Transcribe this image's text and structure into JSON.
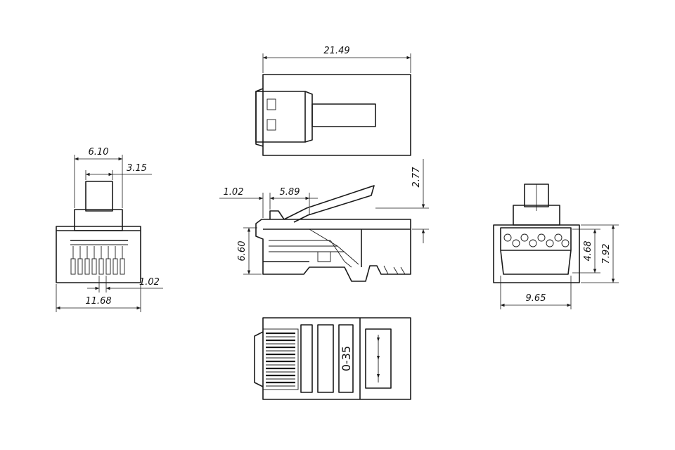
{
  "dimensions": {
    "overall_length": "21.49",
    "front_width_top": "6.10",
    "front_tab_width": "3.15",
    "front_body_width": "11.68",
    "front_pin_pitch": "1.02",
    "side_tip_offset": "1.02",
    "side_latch_offset": "5.89",
    "side_height": "6.60",
    "side_latch_rise": "2.77",
    "rear_opening_height": "4.68",
    "rear_total_height": "7.92",
    "rear_width": "9.65",
    "bottom_marking": "0-35"
  },
  "colors": {
    "line": "#1a1a1a",
    "background": "#ffffff"
  }
}
